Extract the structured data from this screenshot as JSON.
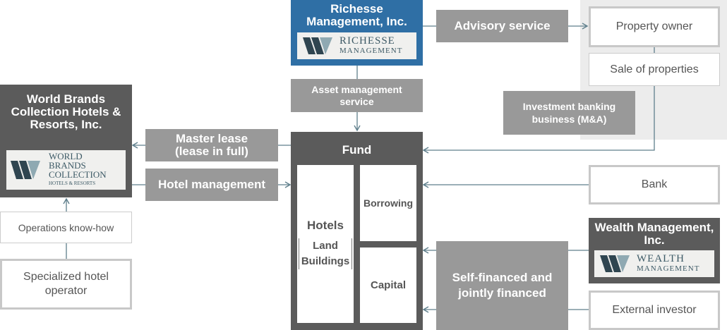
{
  "richesse": {
    "title": "Richesse Management, Inc.",
    "logo_line1": "RICHESSE",
    "logo_line2": "MANAGEMENT"
  },
  "world_brands": {
    "title": "World Brands Collection Hotels & Resorts, Inc.",
    "logo_line1": "WORLD",
    "logo_line2": "BRANDS",
    "logo_line3": "COLLECTION",
    "logo_line4": "HOTELS & RESORTS"
  },
  "wealth": {
    "title": "Wealth Management, Inc.",
    "logo_line1": "WEALTH",
    "logo_line2": "MANAGEMENT"
  },
  "labels": {
    "advisory": "Advisory service",
    "asset_mgmt": "Asset management service",
    "master_lease": "Master lease (lease in full)",
    "hotel_mgmt": "Hotel management",
    "investment_banking": "Investment banking business (M&A)",
    "self_financed": "Self-financed and jointly financed"
  },
  "boxes": {
    "property_owner": "Property owner",
    "sale_properties": "Sale of properties",
    "bank": "Bank",
    "external_investor": "External investor",
    "operations_knowhow": "Operations know-how",
    "specialized_operator": "Specialized hotel operator"
  },
  "fund": {
    "title": "Fund",
    "hotels": "Hotels",
    "land": "Land",
    "buildings": "Buildings",
    "borrowing": "Borrowing",
    "capital": "Capital"
  },
  "colors": {
    "dark": "#5b5b5b",
    "mid": "#999999",
    "blue": "#2f6fa5",
    "light_bg": "#ececec",
    "line": "#5f7f8c"
  }
}
